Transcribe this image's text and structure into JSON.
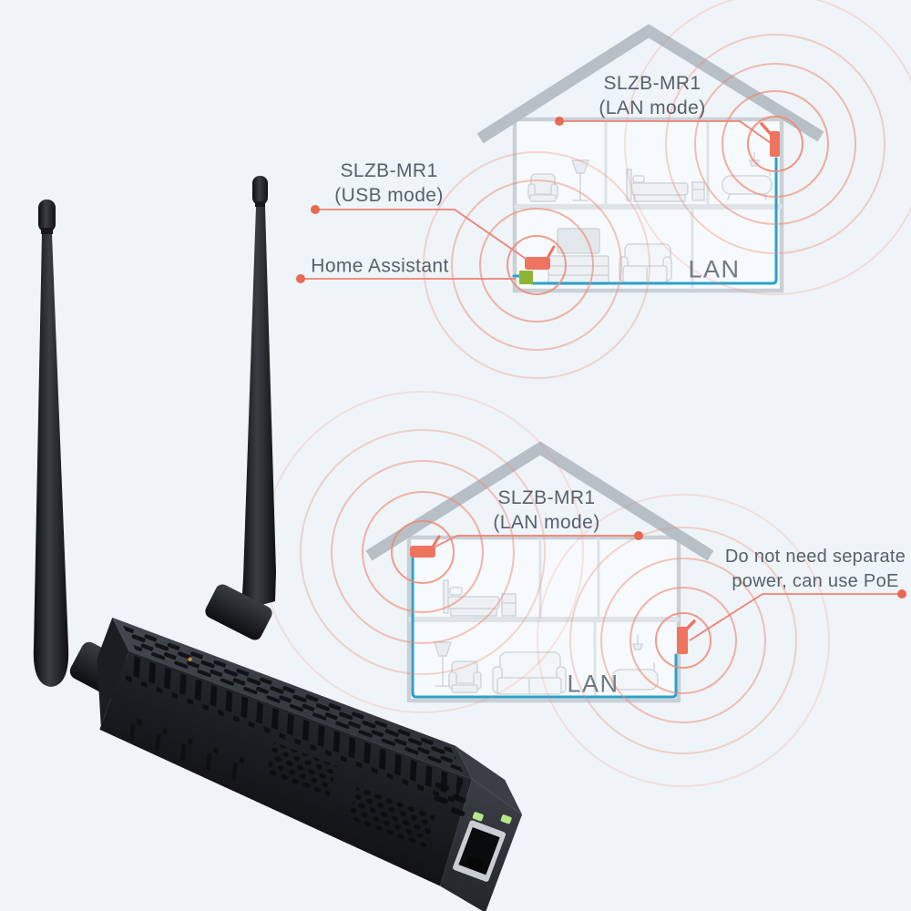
{
  "labels": {
    "top_house": {
      "title_line1": "SLZB-MR1",
      "title_line2": "(LAN mode)",
      "lan": "LAN"
    },
    "usb_callout": {
      "line1": "SLZB-MR1",
      "line2": "(USB mode)"
    },
    "home_assistant_callout": "Home Assistant",
    "bottom_house": {
      "title_line1": "SLZB-MR1",
      "title_line2": "(LAN mode)",
      "lan": "LAN"
    },
    "poe_callout": {
      "line1": "Do not need separate",
      "line2": "power, can use PoE"
    }
  },
  "colors": {
    "background": "#eff4f8",
    "accent_coral": "#ee7460",
    "wave_coral": "#ef8a76",
    "leader_line": "#ee8173",
    "lan_cable_blue": "#2ba1c9",
    "home_assistant_green": "#8cb536",
    "roof_gray": "#b7bfc7",
    "wall_gray": "#c9d0d6",
    "label_text": "#57606b",
    "lan_text": "#6f7983",
    "device_body_black": "#1d2023",
    "rj45_led_green": "#b5e888"
  },
  "diagram_elements": {
    "top_house": "house cutaway with SLZB-MR1 in LAN mode upstairs and SLZB-MR1 in USB mode plugged to Home Assistant downstairs, LAN cable between them",
    "bottom_house": "house cutaway with two SLZB-MR1 in LAN mode connected by LAN cable",
    "product_photo": "SLZB-MR1 black network adapter with two antennas and RJ45 Ethernet port"
  }
}
